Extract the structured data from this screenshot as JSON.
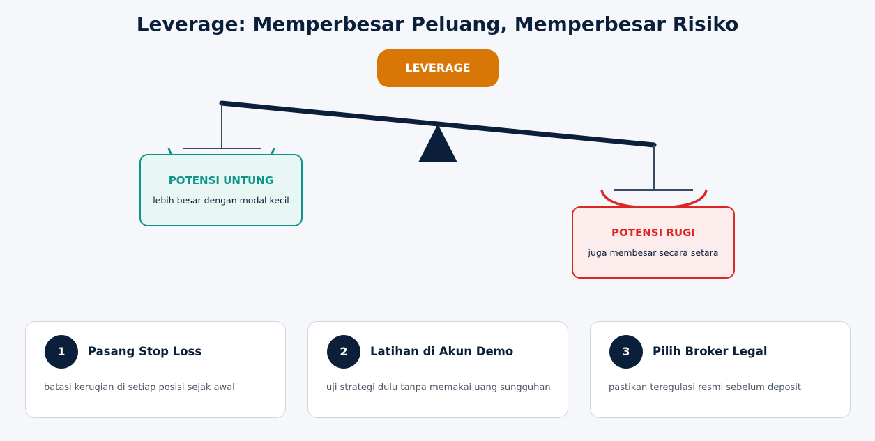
{
  "title": "Leverage: Memperbesar Peluang, Memperbesar Risiko",
  "center_label": "LEVERAGE",
  "colors": {
    "navy": "#0b1f3a",
    "orange": "#d97706",
    "teal": "#0d9488",
    "red": "#dc2626"
  },
  "pans": {
    "gain": {
      "heading": "POTENSI UNTUNG",
      "subtext": "lebih besar dengan modal kecil"
    },
    "loss": {
      "heading": "POTENSI RUGI",
      "subtext": "juga membesar secara setara"
    }
  },
  "tips": [
    {
      "number": "1",
      "title": "Pasang Stop Loss",
      "description": "batasi kerugian di setiap posisi sejak awal"
    },
    {
      "number": "2",
      "title": "Latihan di Akun Demo",
      "description": "uji strategi dulu tanpa memakai uang sungguhan"
    },
    {
      "number": "3",
      "title": "Pilih Broker Legal",
      "description": "pastikan teregulasi resmi sebelum deposit"
    }
  ]
}
